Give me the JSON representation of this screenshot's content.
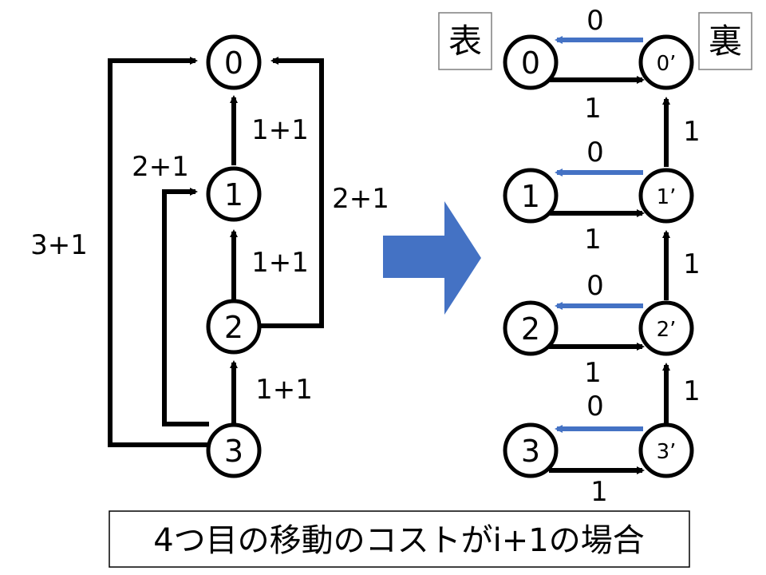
{
  "left_graph": {
    "nodes": [
      "0",
      "1",
      "2",
      "3"
    ],
    "edge_labels": {
      "n1_to_n0": "1+1",
      "n2_to_n1": "1+1",
      "n3_to_n2": "1+1",
      "n3_to_n1": "2+1",
      "n2_to_n0": "2+1",
      "n3_to_n0": "3+1"
    }
  },
  "right_graph": {
    "front_label": "表",
    "back_label": "裏",
    "front_nodes": [
      "0",
      "1",
      "2",
      "3"
    ],
    "back_nodes": [
      "0’",
      "1’",
      "2’",
      "3’"
    ],
    "front_to_back_cost": "1",
    "back_to_front_cost": "0",
    "back_up_cost": "1"
  },
  "caption": "4つ目の移動のコストがi+1の場合",
  "colors": {
    "blue_edge": "#4472C4",
    "arrow_fill": "#4472C4",
    "black": "#000000"
  }
}
